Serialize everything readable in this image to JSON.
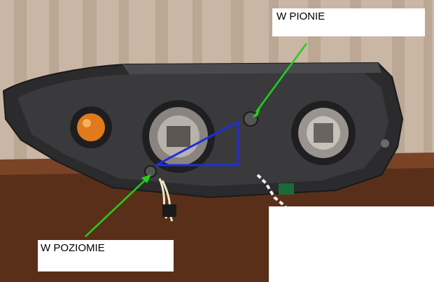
{
  "annotations": {
    "vertical_label": "W PIONIE",
    "horizontal_label": "W POZIOMIE"
  },
  "colors": {
    "curtain": "#c9b6a4",
    "curtain_shadow": "#b29c89",
    "table": "#5a2f1a",
    "housing": "#2b2b2d",
    "housing_light": "#4a4a4d",
    "arrow": "#22d01a",
    "adjust_line": "#1f2fd8",
    "amber": "#e07a1c"
  },
  "icons": [
    "headlamp-housing",
    "adjustment-screw",
    "bulb-socket",
    "green-arrow"
  ]
}
